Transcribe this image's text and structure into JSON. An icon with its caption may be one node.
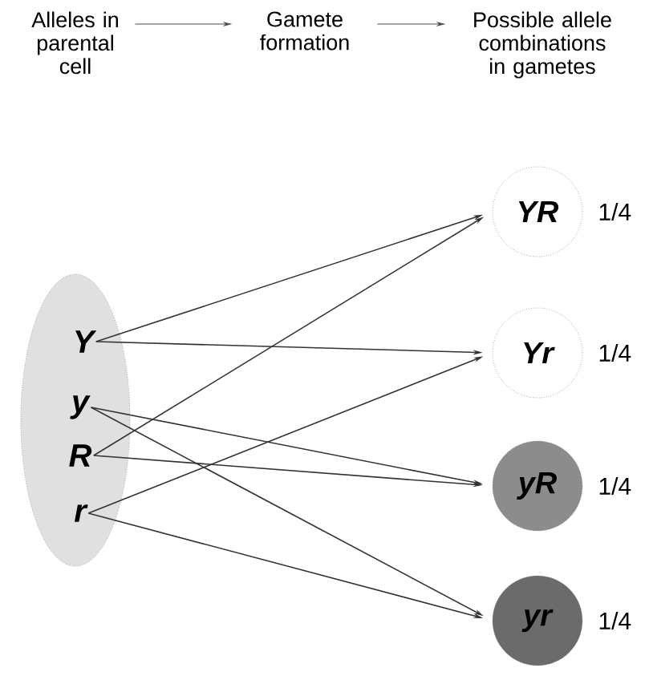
{
  "diagram": {
    "nodes": [
      {
        "text": [
          "Alleles in parental cell"
        ]
      },
      {
        "text": [
          "Gamete formation"
        ]
      },
      {
        "text": [
          "Possible allele combinations in gametes"
        ]
      },
      {
        "text": [],
        "shape": "ellipse"
      },
      {
        "text": [
          "Y"
        ],
        "in": 3
      },
      {
        "text": [
          "y"
        ],
        "in": 3
      },
      {
        "text": [
          "R"
        ],
        "in": 3
      },
      {
        "text": [
          "r"
        ],
        "in": 3
      },
      {
        "text": [
          "YR"
        ],
        "beside": [
          "1/4"
        ]
      },
      {
        "text": [
          "Yr"
        ],
        "beside": [
          "1/4"
        ]
      },
      {
        "text": [
          "yR"
        ],
        "beside": [
          "1/4"
        ]
      },
      {
        "text": [
          "yr"
        ],
        "beside": [
          "1/4"
        ]
      }
    ],
    "edges": [
      {
        "from": 0,
        "to": 1,
        "arrow": "to"
      },
      {
        "from": 1,
        "to": 2,
        "arrow": "to"
      },
      {
        "from": 4,
        "to": 8,
        "arrow": "to"
      },
      {
        "from": 4,
        "to": 9,
        "arrow": "to"
      },
      {
        "from": 5,
        "to": 10,
        "arrow": "to"
      },
      {
        "from": 5,
        "to": 11,
        "arrow": "to"
      },
      {
        "from": 6,
        "to": 8,
        "arrow": "to"
      },
      {
        "from": 6,
        "to": 10,
        "arrow": "to"
      },
      {
        "from": 7,
        "to": 9,
        "arrow": "to"
      },
      {
        "from": 7,
        "to": 11,
        "arrow": "to"
      }
    ]
  }
}
